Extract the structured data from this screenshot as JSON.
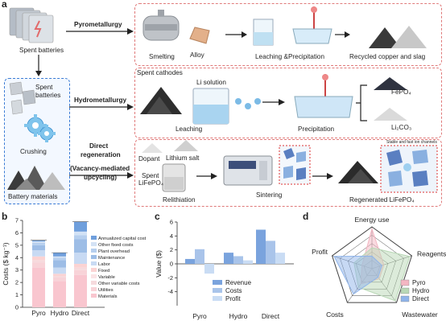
{
  "panel_a": {
    "letter": "a",
    "spent_batteries": "Spent batteries",
    "spent_batteries_2": "Spent\nbatteries",
    "crushing": "Crushing",
    "battery_materials": "Battery materials",
    "pyro_route": "Pyrometallurgy",
    "hydro_route": "Hydrometallurgy",
    "direct_route_1": "Direct",
    "direct_route_2": "regeneration",
    "direct_route_3": "(Vacancy-mediated",
    "direct_route_4": "upcycling)",
    "smelting": "Smelting",
    "alloy": "Alloy",
    "leaching_precipitation": "Leaching &Precipitation",
    "recycled": "Recycled copper and slag",
    "spent_cathodes": "Spent cathodes",
    "li_solution": "Li solution",
    "leaching": "Leaching",
    "precipitation": "Precipitation",
    "fepo4": "FePO₄",
    "li2co3": "Li₂CO₃",
    "dopant": "Dopant",
    "lithium_salt": "Lithium salt",
    "spent_lifepo4_1": "Spent",
    "spent_lifepo4_2": "LiFePO₄",
    "relithiation": "Relithiation",
    "sintering": "Sintering",
    "regenerated": "Regenerated LiFePO₄",
    "stable_channel": "Stable and fast ion channels"
  },
  "panel_b": {
    "letter": "b",
    "chart_data": {
      "type": "bar",
      "stacked": true,
      "categories": [
        "Pyro",
        "Hydro",
        "Direct"
      ],
      "ylabel": "Costs ($ kg⁻¹)",
      "ylim": [
        0,
        7
      ],
      "yticks": [
        0,
        1,
        2,
        3,
        4,
        5,
        6,
        7
      ],
      "series": [
        {
          "name": "Materials",
          "color": "#f9c6cf",
          "values": [
            3.2,
            2.1,
            2.6
          ]
        },
        {
          "name": "Utilities",
          "color": "#f8d3d8",
          "values": [
            0.4,
            0.3,
            0.4
          ]
        },
        {
          "name": "Other variable costs",
          "color": "#f6dadd",
          "values": [
            0.2,
            0.1,
            0.2
          ]
        },
        {
          "name": "Variable",
          "color": "#fbe4e6",
          "values": [
            0.0,
            0.0,
            0.0
          ]
        },
        {
          "name": "Fixed",
          "color": "#fbd3d3",
          "values": [
            0.3,
            0.2,
            0.3
          ]
        },
        {
          "name": "Labor",
          "color": "#c8daf3",
          "values": [
            0.5,
            0.5,
            0.9
          ]
        },
        {
          "name": "Maintenance",
          "color": "#9dbde6",
          "values": [
            0.4,
            0.6,
            1.1
          ]
        },
        {
          "name": "Plant overhead",
          "color": "#b6cfee",
          "values": [
            0.2,
            0.2,
            0.3
          ]
        },
        {
          "name": "Other fixed costs",
          "color": "#d3e2f5",
          "values": [
            0.1,
            0.1,
            0.3
          ]
        },
        {
          "name": "Annualized capital cost",
          "color": "#6f9fdc",
          "values": [
            0.1,
            0.3,
            0.8
          ]
        }
      ],
      "legend_order": [
        "Annualized capital cost",
        "Other fixed costs",
        "Plant overhead",
        "Maintenance",
        "Labor",
        "Fixed",
        "Variable",
        "Other variable costs",
        "Utilities",
        "Materials"
      ]
    }
  },
  "panel_c": {
    "letter": "c",
    "chart_data": {
      "type": "bar",
      "categories": [
        "Pyro",
        "Hydro",
        "Direct"
      ],
      "ylabel": "Value ($)",
      "ylim": [
        -6,
        6
      ],
      "yticks": [
        -4,
        -2,
        0,
        2,
        4,
        6
      ],
      "series": [
        {
          "name": "Revenue",
          "color": "#7aa3dd",
          "values": [
            0.7,
            1.6,
            4.9
          ]
        },
        {
          "name": "Costs",
          "color": "#a9c4ea",
          "values": [
            2.1,
            1.1,
            3.3
          ]
        },
        {
          "name": "Profit",
          "color": "#c9dcf4",
          "values": [
            -1.4,
            0.5,
            1.6
          ]
        }
      ]
    }
  },
  "panel_d": {
    "letter": "d",
    "chart_data": {
      "type": "radar",
      "axes": [
        "Energy use",
        "Reagents",
        "Wastewater",
        "Costs",
        "Profit"
      ],
      "series": [
        {
          "name": "Pyro",
          "color": "#f4b6c2",
          "values": [
            0.95,
            0.3,
            0.3,
            0.45,
            0.25
          ]
        },
        {
          "name": "Hydro",
          "color": "#b9d8b6",
          "values": [
            0.5,
            0.95,
            0.95,
            0.55,
            0.45
          ]
        },
        {
          "name": "Direct",
          "color": "#8fb4ea",
          "values": [
            0.3,
            0.25,
            0.25,
            0.75,
            0.95
          ]
        }
      ]
    }
  }
}
